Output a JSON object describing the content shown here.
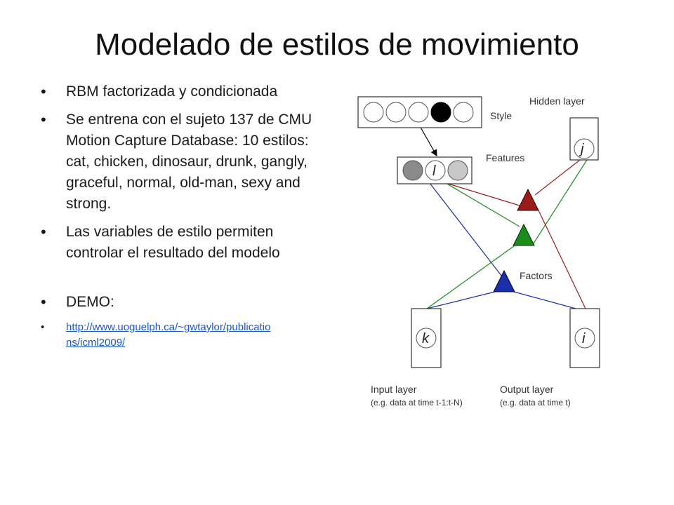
{
  "slide": {
    "title": "Modelado de estilos de movimiento",
    "bullets": [
      "RBM factorizada y condicionada",
      "Se entrena con el sujeto 137 de CMU Motion Capture Database: 10 estilos: cat, chicken, dinosaur, drunk, gangly, graceful, normal, old-man, sexy and strong.",
      "Las variables de estilo permiten controlar el resultado del modelo",
      "DEMO:"
    ],
    "link": "http://www.uoguelph.ca/~gwtaylor/publications/icml2009/",
    "link_line1": "http://www.uoguelph.ca/~gwtaylor/publicatio",
    "link_line2": "ns/icml2009/"
  },
  "diagram": {
    "labels": {
      "style": "Style",
      "hidden": "Hidden layer",
      "features": "Features",
      "factors": "Factors",
      "input": "Input layer",
      "input_sub": "(e.g. data at time t-1:t-N)",
      "output": "Output layer",
      "output_sub": "(e.g. data at time t)"
    },
    "node_letters": {
      "j": "j",
      "l": "l",
      "k": "k",
      "i": "i"
    },
    "colors": {
      "red": "#9b1b1b",
      "green": "#1a8c1a",
      "blue": "#1a2fa8",
      "black": "#000000",
      "gray": "#8a8a8a",
      "lightgray": "#c8c8c8"
    }
  }
}
